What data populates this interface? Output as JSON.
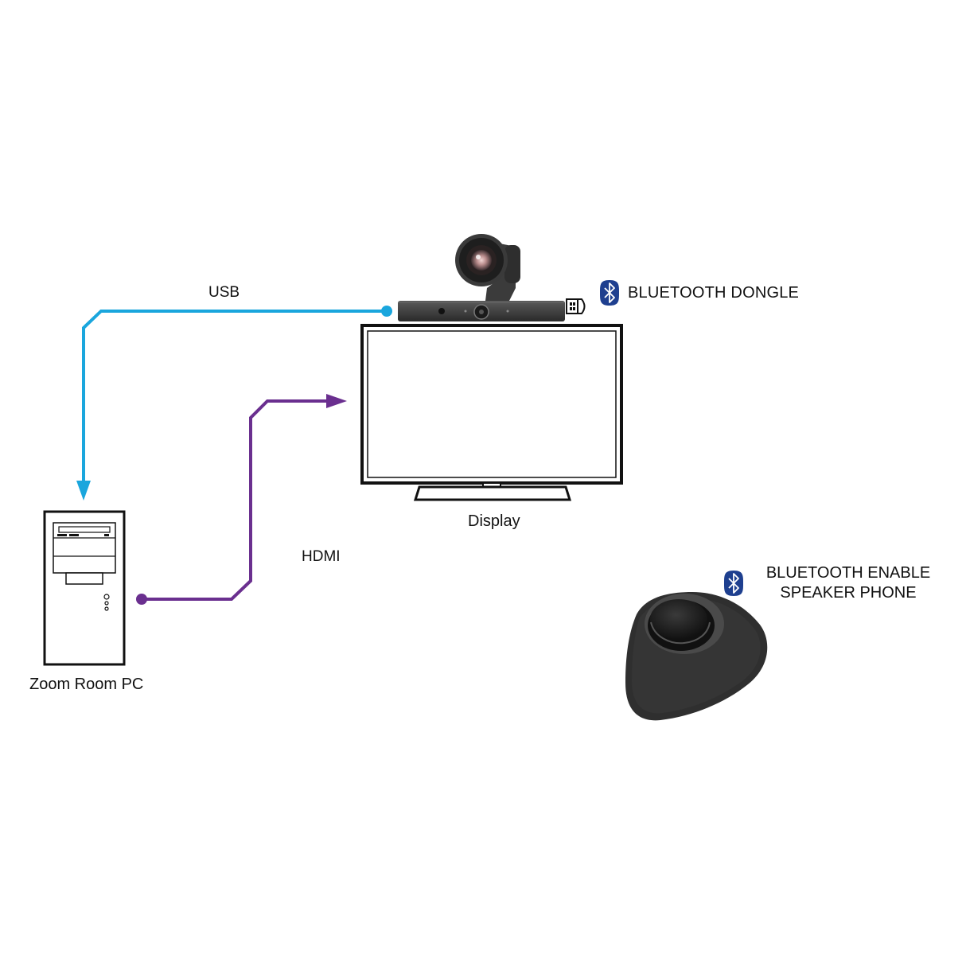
{
  "labels": {
    "usb": "USB",
    "hdmi": "HDMI",
    "display": "Display",
    "pc": "Zoom Room PC",
    "dongle": "BLUETOOTH DONGLE",
    "speaker_line1": "BLUETOOTH ENABLE",
    "speaker_line2": "SPEAKER PHONE"
  },
  "colors": {
    "usb_line": "#1aa6dd",
    "hdmi_line": "#6a2f8f",
    "bluetooth_badge": "#1e3f8f",
    "device_dark": "#3a3a3a",
    "outline": "#111111"
  },
  "icons": [
    "bluetooth-icon",
    "usb-dongle-icon",
    "camera-icon",
    "speakerphone-icon",
    "pc-tower-icon",
    "display-icon"
  ]
}
